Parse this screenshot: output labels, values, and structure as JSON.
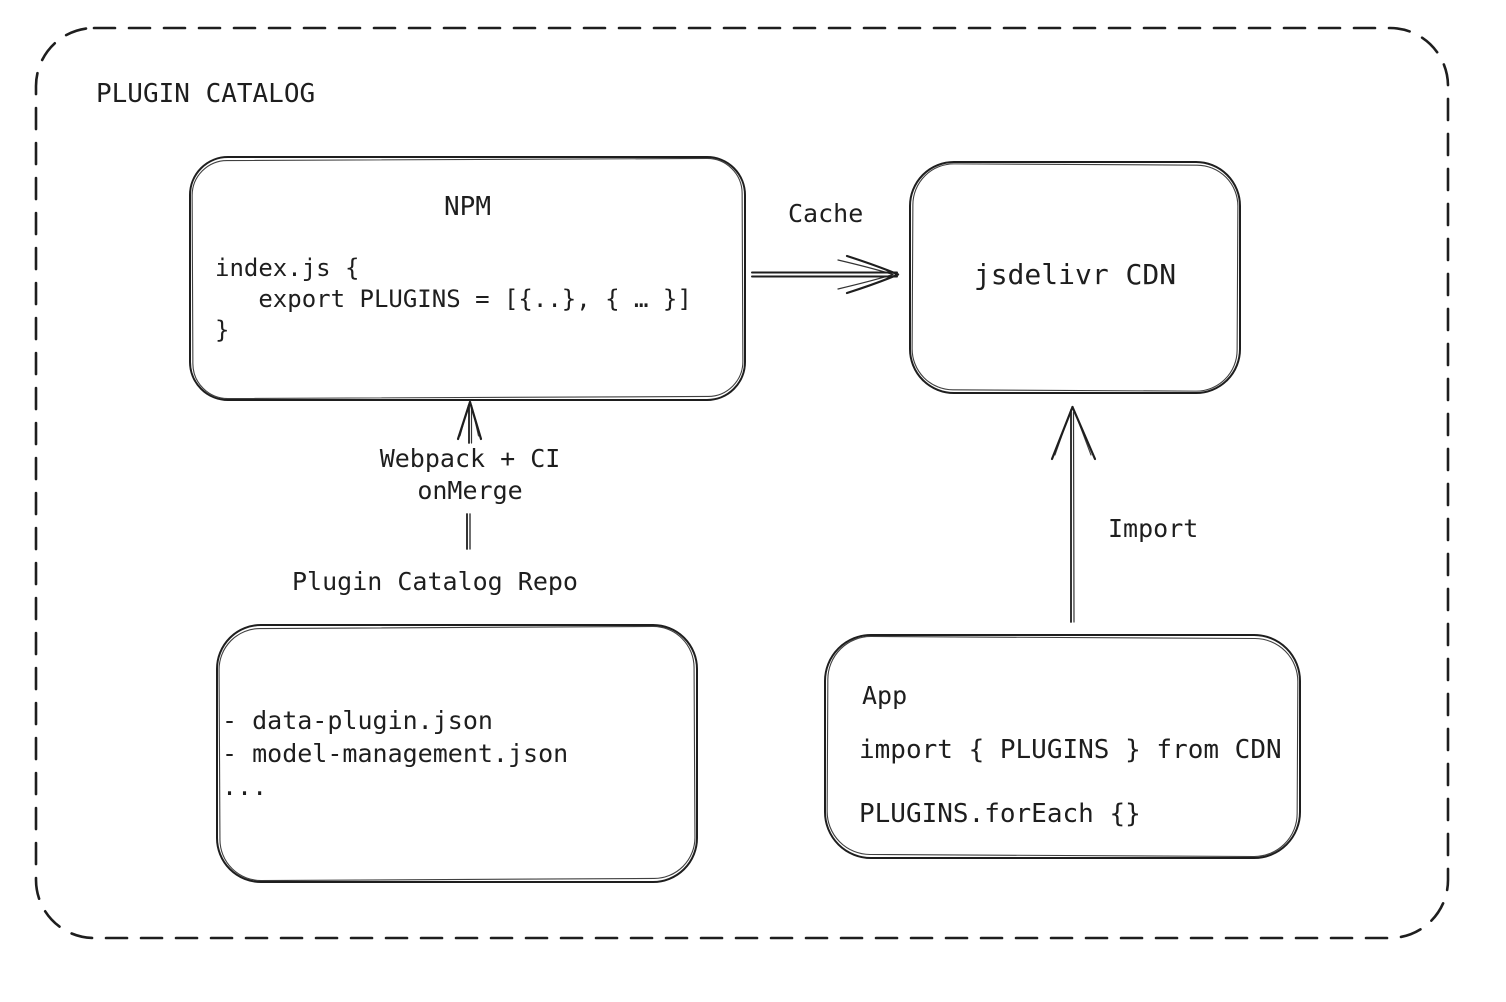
{
  "canvas": {
    "background": "#ffffff",
    "stroke_color": "#1e1e1e"
  },
  "title": "PLUGIN CATALOG",
  "nodes": {
    "npm": {
      "title": "NPM",
      "code_lines": [
        "index.js {",
        "   export PLUGINS = [{..}, { … }]",
        "}"
      ]
    },
    "cdn": {
      "label": "jsdelivr CDN"
    },
    "repo": {
      "heading": "Plugin Catalog Repo",
      "file_lines": [
        "- data-plugin.json",
        "- model-management.json",
        "..."
      ]
    },
    "app": {
      "title": "App",
      "import_line": "import { PLUGINS } from CDN",
      "foreach_line": "PLUGINS.forEach {}"
    }
  },
  "edges": {
    "cache": {
      "label": "Cache",
      "from": "npm",
      "to": "cdn"
    },
    "build": {
      "label_lines": [
        "Webpack + CI",
        "onMerge"
      ],
      "from": "repo",
      "to": "npm"
    },
    "import": {
      "label": "Import",
      "from": "app",
      "to": "cdn"
    }
  }
}
